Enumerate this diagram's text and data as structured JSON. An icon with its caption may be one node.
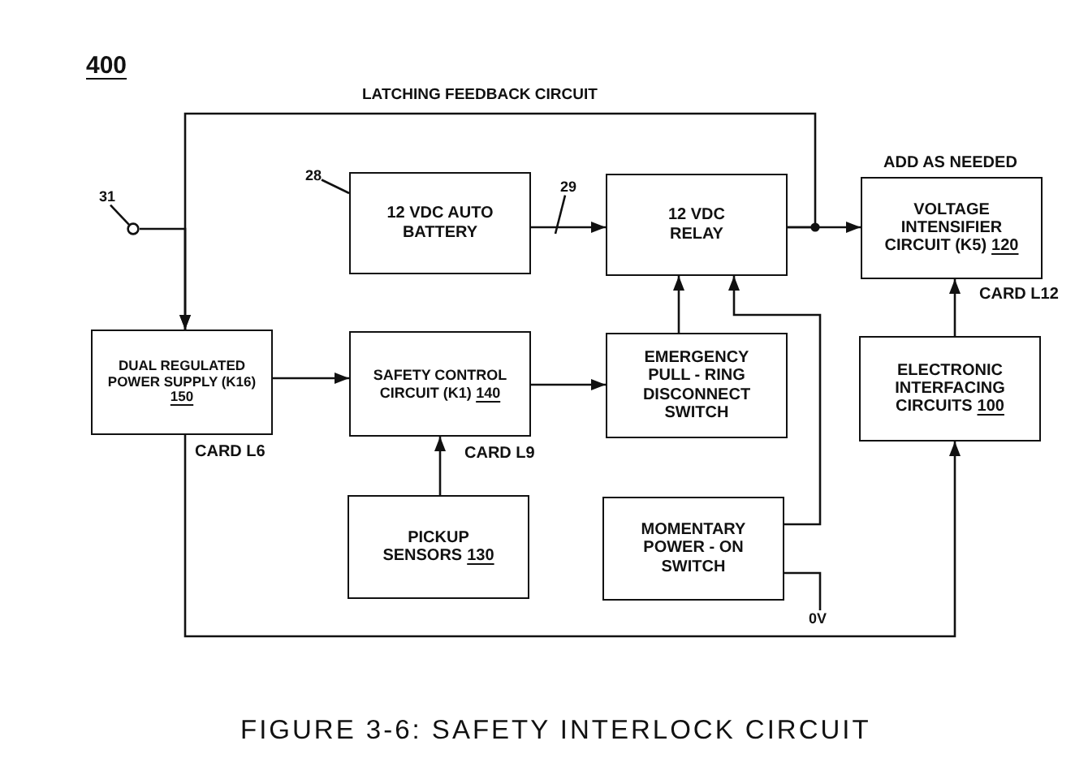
{
  "diagram": {
    "caption": "FIGURE 3-6: SAFETY INTERLOCK CIRCUIT",
    "nodes": [
      {
        "text": [
          "31"
        ]
      },
      {
        "text": [],
        "shape": "circle"
      },
      {
        "text": [
          "28"
        ]
      },
      {
        "text": [
          "12 VDC AUTO BATTERY"
        ]
      },
      {
        "text": [
          "29"
        ]
      },
      {
        "text": [
          "12 VDC RELAY"
        ]
      },
      {
        "text": [
          "VOLTAGE INTENSIFIER CIRCUIT (K5)",
          "120"
        ],
        "beside": [
          "ADD AS NEEDED",
          "CARD L12"
        ]
      },
      {
        "text": [
          "DUAL REGULATED POWER SUPPLY (K16)",
          "150"
        ],
        "beside": [
          "CARD L6"
        ]
      },
      {
        "text": [
          "SAFETY CONTROL CIRCUIT (K1)",
          "140"
        ],
        "beside": [
          "CARD L9"
        ]
      },
      {
        "text": [
          "EMERGENCY PULL - RING DISCONNECT SWITCH"
        ]
      },
      {
        "text": [
          "ELECTRONIC INTERFACING CIRCUITS",
          "100"
        ]
      },
      {
        "text": [
          "PICKUP SENSORS",
          "130"
        ]
      },
      {
        "text": [
          "MOMENTARY POWER - ON SWITCH"
        ]
      },
      {
        "text": [
          "0V"
        ]
      }
    ],
    "edges": [
      {
        "from": 0,
        "to": 1,
        "arrow": "none"
      },
      {
        "from": 2,
        "to": 3,
        "arrow": "none"
      },
      {
        "from": 4,
        "to": null,
        "arrow": "none"
      },
      {
        "from": 1,
        "to": 7,
        "arrow": "to"
      },
      {
        "from": 5,
        "to": 7,
        "arrow": "to",
        "label": "LATCHING FEEDBACK CIRCUIT"
      },
      {
        "from": 3,
        "to": 5,
        "arrow": "to"
      },
      {
        "from": 5,
        "to": 6,
        "arrow": "to"
      },
      {
        "from": 7,
        "to": 8,
        "arrow": "to"
      },
      {
        "from": 8,
        "to": 9,
        "arrow": "to"
      },
      {
        "from": 9,
        "to": 5,
        "arrow": "to"
      },
      {
        "from": 12,
        "to": 5,
        "arrow": "to"
      },
      {
        "from": 11,
        "to": 8,
        "arrow": "to"
      },
      {
        "from": 10,
        "to": 6,
        "arrow": "to"
      },
      {
        "from": 7,
        "to": 10,
        "arrow": "to"
      },
      {
        "from": 12,
        "to": 13,
        "arrow": "none"
      }
    ],
    "labels": [
      "400"
    ]
  }
}
